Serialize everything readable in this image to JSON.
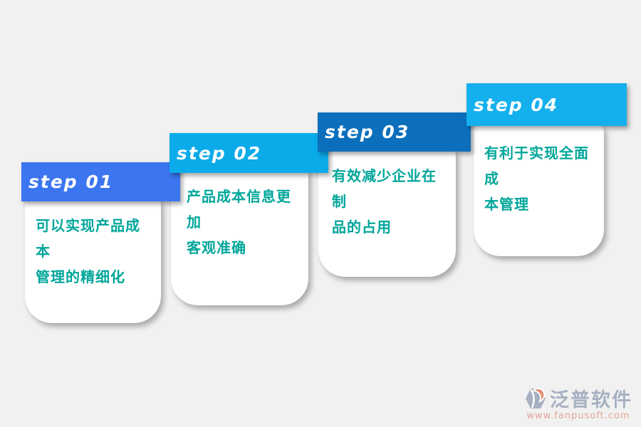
{
  "colors": {
    "background": "#f1f1f1",
    "card_text": "#00a69a"
  },
  "steps": [
    {
      "label": "step 01",
      "band_color": "#3b76f0",
      "lines": [
        "可以实现产品成本",
        "管理的精细化"
      ]
    },
    {
      "label": "step 02",
      "band_color": "#0babe9",
      "lines": [
        "产品成本信息更加",
        "客观准确"
      ]
    },
    {
      "label": "step 03",
      "band_color": "#0b6fbc",
      "lines": [
        "有效减少企业在制",
        "品的占用"
      ]
    },
    {
      "label": "step 04",
      "band_color": "#14b0ed",
      "lines": [
        "有利于实现全面成",
        "本管理"
      ]
    }
  ],
  "watermark": {
    "brand": "泛普软件",
    "url": "www.fanpusoft.com",
    "brand_color": "#94a2b6",
    "url_color": "#e09383",
    "icon_gray": "#93a1b5",
    "icon_orange": "#e0795a"
  }
}
